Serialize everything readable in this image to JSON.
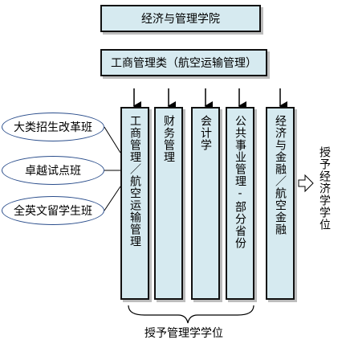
{
  "top_title": "经济与管理学院",
  "category": "工商管理类（航空运输管理）",
  "majors": [
    {
      "label": "工商管理／航空运输管理"
    },
    {
      "label": "财务管理"
    },
    {
      "label": "会计学"
    },
    {
      "label": "公共事业管理-部分省份"
    },
    {
      "label": "经济与金融／航空金融"
    }
  ],
  "classes": [
    {
      "label": "大类招生改革班"
    },
    {
      "label": "卓越试点班"
    },
    {
      "label": "全英文留学生班"
    }
  ],
  "degree_economics": "授予经济学学位",
  "degree_management": "授予管理学学位",
  "colors": {
    "box_fill": "#d6eaf0",
    "border": "#111111",
    "ellipse_border": "#2b4e8c"
  }
}
